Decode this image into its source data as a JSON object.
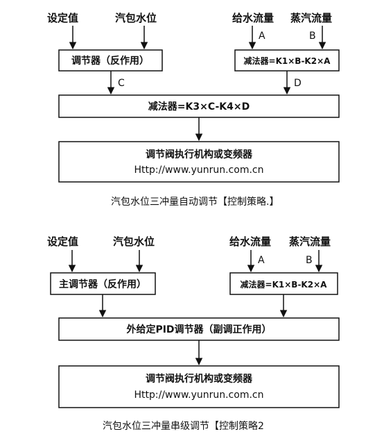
{
  "diagram1": {
    "inputs": {
      "setpoint": "设定值",
      "drum_level": "汽包水位",
      "feedwater_flow": "给水流量",
      "steam_flow": "蒸汽流量"
    },
    "letters": {
      "a": "A",
      "b": "B",
      "c": "C",
      "d": "D"
    },
    "regulator": "调节器（反作用）",
    "subtractor_small": "减法器=K1×B-K2×A",
    "subtractor_main": "减法器=K3×C-K4×D",
    "actuator_line1": "调节阀执行机构或变频器",
    "actuator_line2": "Http://www.yunrun.com.cn",
    "caption": "汽包水位三冲量自动调节【控制策略.】"
  },
  "diagram2": {
    "inputs": {
      "setpoint": "设定值",
      "drum_level": "汽包水位",
      "feedwater_flow": "给水流量",
      "steam_flow": "蒸汽流量"
    },
    "letters": {
      "a": "A",
      "b": "B"
    },
    "main_regulator": "主调节器（反作用）",
    "subtractor_small": "减法器=K1×B-K2×A",
    "secondary_regulator": "外给定PID调节器（副调正作用）",
    "actuator_line1": "调节阀执行机构或变频器",
    "actuator_line2": "Http://www.yunrun.com.cn",
    "caption": "汽包水位三冲量串级调节【控制策略2"
  }
}
